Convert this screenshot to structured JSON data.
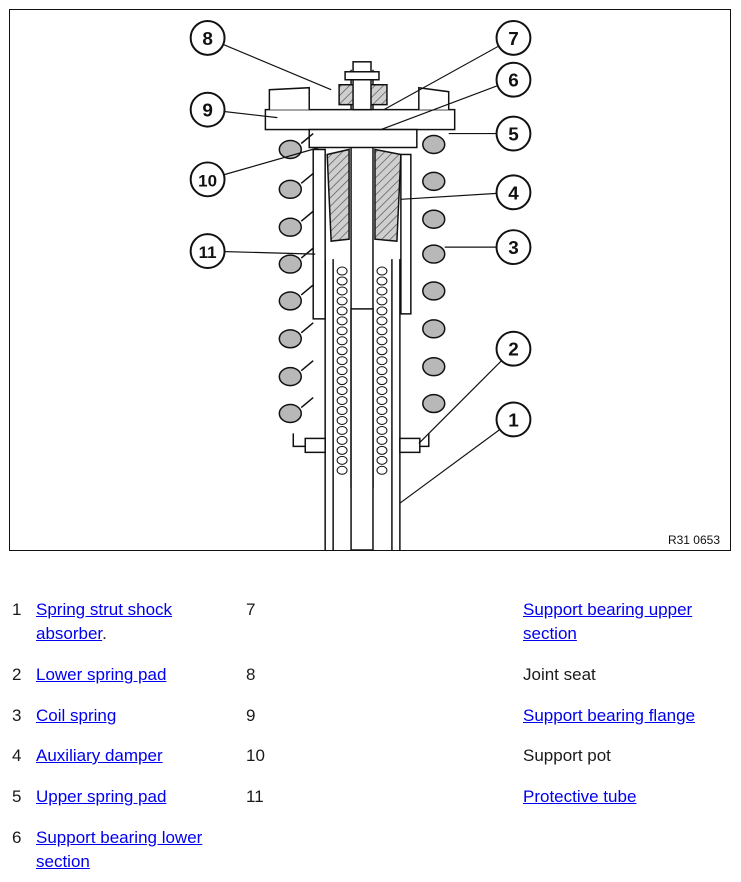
{
  "figure": {
    "ref": "R31 0653",
    "callouts": [
      "1",
      "2",
      "3",
      "4",
      "5",
      "6",
      "7",
      "8",
      "9",
      "10",
      "11"
    ]
  },
  "legend": {
    "left": [
      {
        "num": "1",
        "label": "Spring strut shock absorber",
        "suffix": ".",
        "link": true
      },
      {
        "num": "2",
        "label": "Lower spring pad",
        "suffix": "",
        "link": true
      },
      {
        "num": "3",
        "label": "Coil spring",
        "suffix": "",
        "link": true
      },
      {
        "num": "4",
        "label": "Auxiliary damper",
        "suffix": "",
        "link": true
      },
      {
        "num": "5",
        "label": "Upper spring pad",
        "suffix": "",
        "link": true
      },
      {
        "num": "6",
        "label": "Support bearing lower section",
        "suffix": "",
        "link": true
      }
    ],
    "right": [
      {
        "num": "7",
        "label": "Support bearing upper section",
        "link": true
      },
      {
        "num": "8",
        "label": "Joint seat",
        "link": false
      },
      {
        "num": "9",
        "label": "Support bearing flange",
        "link": true
      },
      {
        "num": "10",
        "label": "Support pot",
        "link": false
      },
      {
        "num": "11",
        "label": "Protective tube",
        "link": true
      }
    ]
  },
  "colors": {
    "link": "#0000ee",
    "text": "#1a1a1a",
    "coil_fill": "#b8b8b8"
  }
}
